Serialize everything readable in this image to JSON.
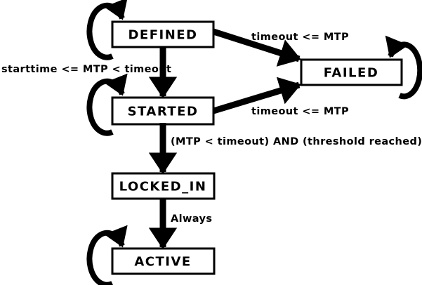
{
  "diagram": {
    "title": "state-machine",
    "colors": {
      "line": "#000000",
      "state_fill": "#ffffff",
      "text": "#000000",
      "background": "#ffffff"
    },
    "states": [
      {
        "id": "DEFINED",
        "label": "DEFINED",
        "self_loop": true
      },
      {
        "id": "STARTED",
        "label": "STARTED",
        "self_loop": true
      },
      {
        "id": "FAILED",
        "label": "FAILED",
        "self_loop": true
      },
      {
        "id": "LOCKED_IN",
        "label": "LOCKED_IN",
        "self_loop": false
      },
      {
        "id": "ACTIVE",
        "label": "ACTIVE",
        "self_loop": true
      }
    ],
    "transitions": [
      {
        "from": "DEFINED",
        "to": "STARTED",
        "label": "starttime <= MTP < timeout"
      },
      {
        "from": "DEFINED",
        "to": "FAILED",
        "label": "timeout <= MTP"
      },
      {
        "from": "STARTED",
        "to": "FAILED",
        "label": "timeout <= MTP"
      },
      {
        "from": "STARTED",
        "to": "LOCKED_IN",
        "label": "(MTP < timeout) AND (threshold reached)"
      },
      {
        "from": "LOCKED_IN",
        "to": "ACTIVE",
        "label": "Always"
      }
    ]
  }
}
